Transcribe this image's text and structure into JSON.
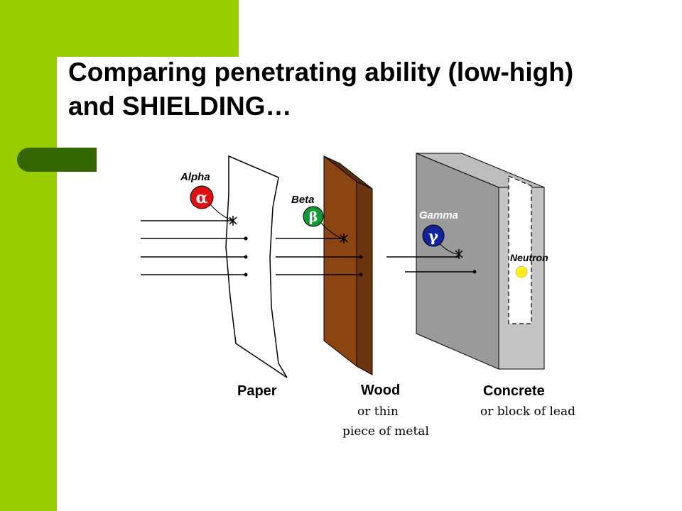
{
  "slide": {
    "title": "Comparing penetrating ability (low-high) and SHIELDING…",
    "colors": {
      "sidebar": "#99cc00",
      "accent_tab": "#336600"
    }
  },
  "diagram": {
    "particles": {
      "alpha": {
        "label": "Alpha",
        "symbol": "α",
        "color": "#dd1111"
      },
      "beta": {
        "label": "Beta",
        "symbol": "β",
        "color": "#119933"
      },
      "gamma": {
        "label": "Gamma",
        "symbol": "γ",
        "color": "#11239b"
      },
      "neutron": {
        "label": "Neutron",
        "color": "#ffee22"
      }
    },
    "barriers": {
      "paper": {
        "label": "Paper"
      },
      "wood": {
        "label": "Wood",
        "note_line1": "or thin",
        "note_line2": "piece of metal",
        "color": "#8b4513"
      },
      "concrete": {
        "label": "Concrete",
        "note": "or block of lead",
        "color": "#9a9a9a"
      }
    }
  }
}
